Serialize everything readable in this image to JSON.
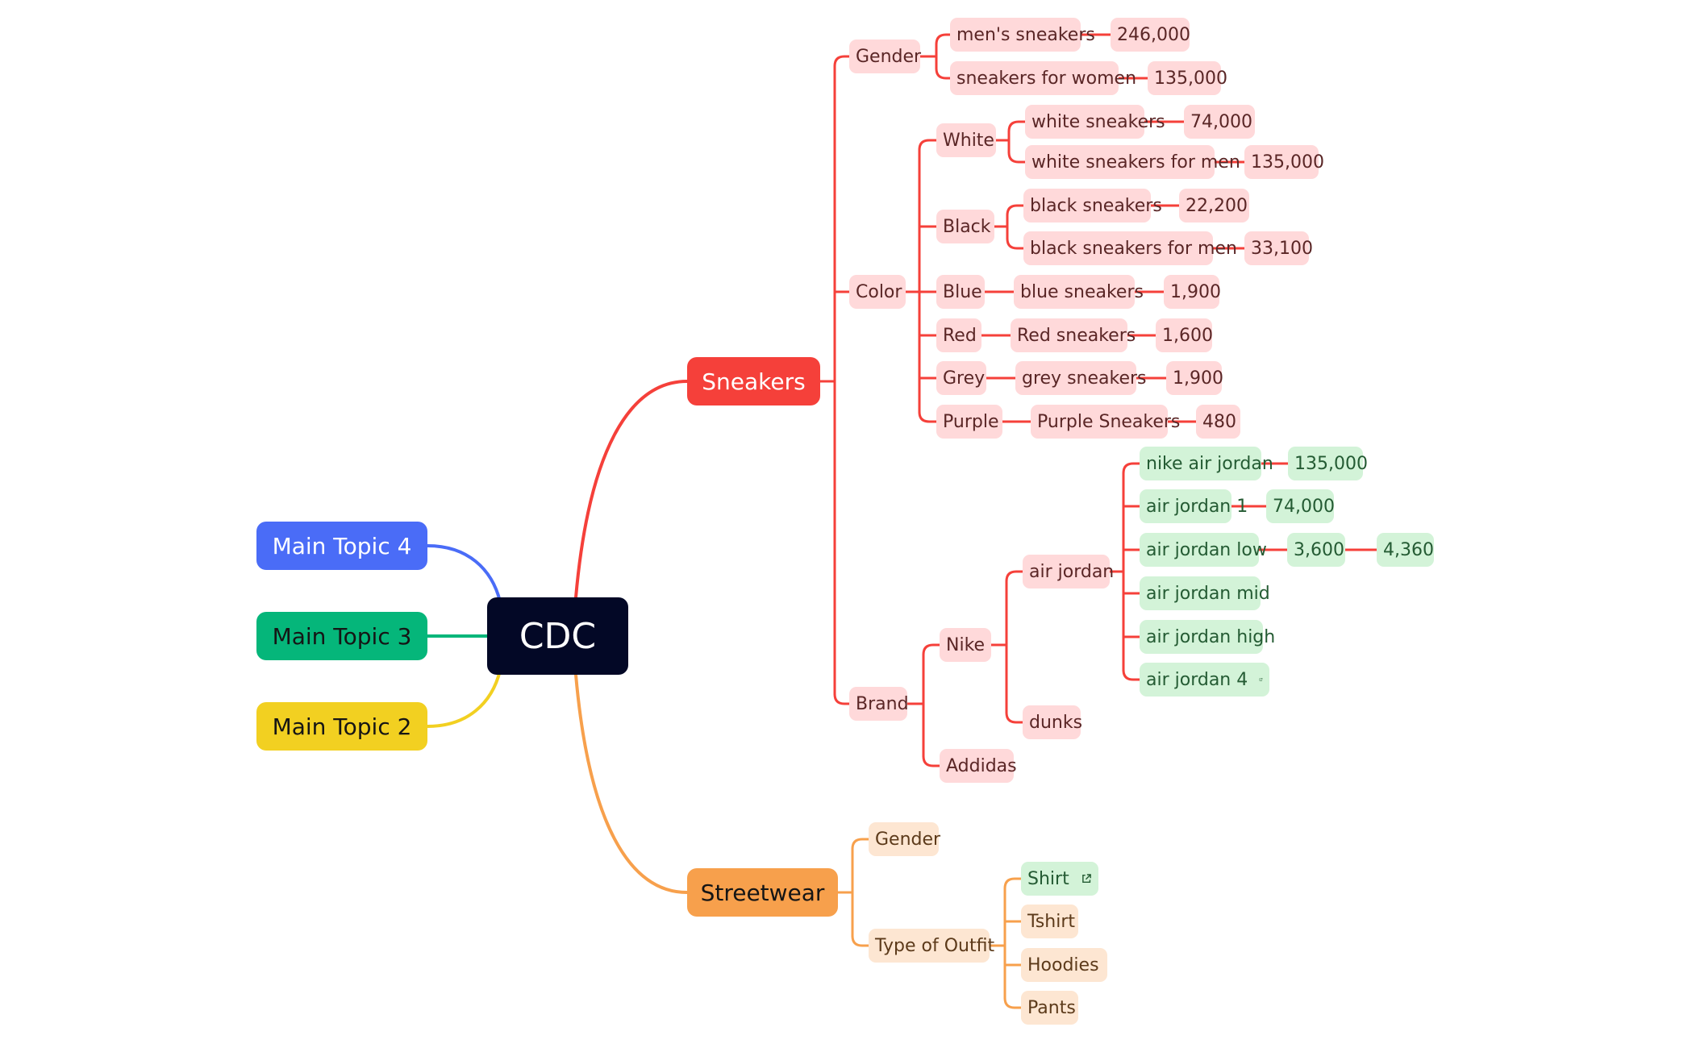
{
  "root": {
    "label": "CDC"
  },
  "main_topics": [
    {
      "id": "mt4",
      "label": "Main Topic 4",
      "color": "#4a6cf7"
    },
    {
      "id": "mt3",
      "label": "Main Topic 3",
      "color": "#05b67a"
    },
    {
      "id": "mt2",
      "label": "Main Topic 2",
      "color": "#f2d021"
    },
    {
      "id": "sneakers",
      "label": "Sneakers",
      "color": "#f5403a"
    },
    {
      "id": "streetwear",
      "label": "Streetwear",
      "color": "#f7a04c"
    }
  ],
  "sneakers": {
    "gender": {
      "label": "Gender",
      "items": [
        {
          "label": "men's sneakers",
          "value": "246,000"
        },
        {
          "label": "sneakers for women",
          "value": "135,000"
        }
      ]
    },
    "color": {
      "label": "Color",
      "groups": [
        {
          "label": "White",
          "items": [
            {
              "label": "white sneakers",
              "value": "74,000"
            },
            {
              "label": "white sneakers for men",
              "value": "135,000"
            }
          ]
        },
        {
          "label": "Black",
          "items": [
            {
              "label": "black sneakers",
              "value": "22,200"
            },
            {
              "label": "black sneakers for men",
              "value": "33,100"
            }
          ]
        },
        {
          "label": "Blue",
          "items": [
            {
              "label": "blue sneakers",
              "value": "1,900"
            }
          ]
        },
        {
          "label": "Red",
          "items": [
            {
              "label": "Red sneakers",
              "value": "1,600"
            }
          ]
        },
        {
          "label": "Grey",
          "items": [
            {
              "label": "grey sneakers",
              "value": "1,900"
            }
          ]
        },
        {
          "label": "Purple",
          "items": [
            {
              "label": "Purple Sneakers",
              "value": "480"
            }
          ]
        }
      ]
    },
    "brand": {
      "label": "Brand",
      "nike": {
        "label": "Nike",
        "air_jordan": {
          "label": "air jordan",
          "items": [
            {
              "label": "nike air jordan",
              "values": [
                "135,000"
              ]
            },
            {
              "label": "air jordan 1",
              "values": [
                "74,000"
              ]
            },
            {
              "label": "air jordan low",
              "values": [
                "3,600",
                "4,360"
              ]
            },
            {
              "label": "air jordan mid",
              "values": []
            },
            {
              "label": "air jordan high",
              "values": []
            },
            {
              "label": "air jordan 4",
              "values": [],
              "link": true
            }
          ]
        },
        "dunks": {
          "label": "dunks"
        }
      },
      "addidas": {
        "label": "Addidas"
      }
    }
  },
  "streetwear": {
    "gender": {
      "label": "Gender"
    },
    "type_of_outfit": {
      "label": "Type of Outfit",
      "items": [
        {
          "label": "Shirt",
          "link": true
        },
        {
          "label": "Tshirt"
        },
        {
          "label": "Hoodies"
        },
        {
          "label": "Pants"
        }
      ]
    }
  },
  "icons": {
    "external_link": "external-link-icon"
  }
}
